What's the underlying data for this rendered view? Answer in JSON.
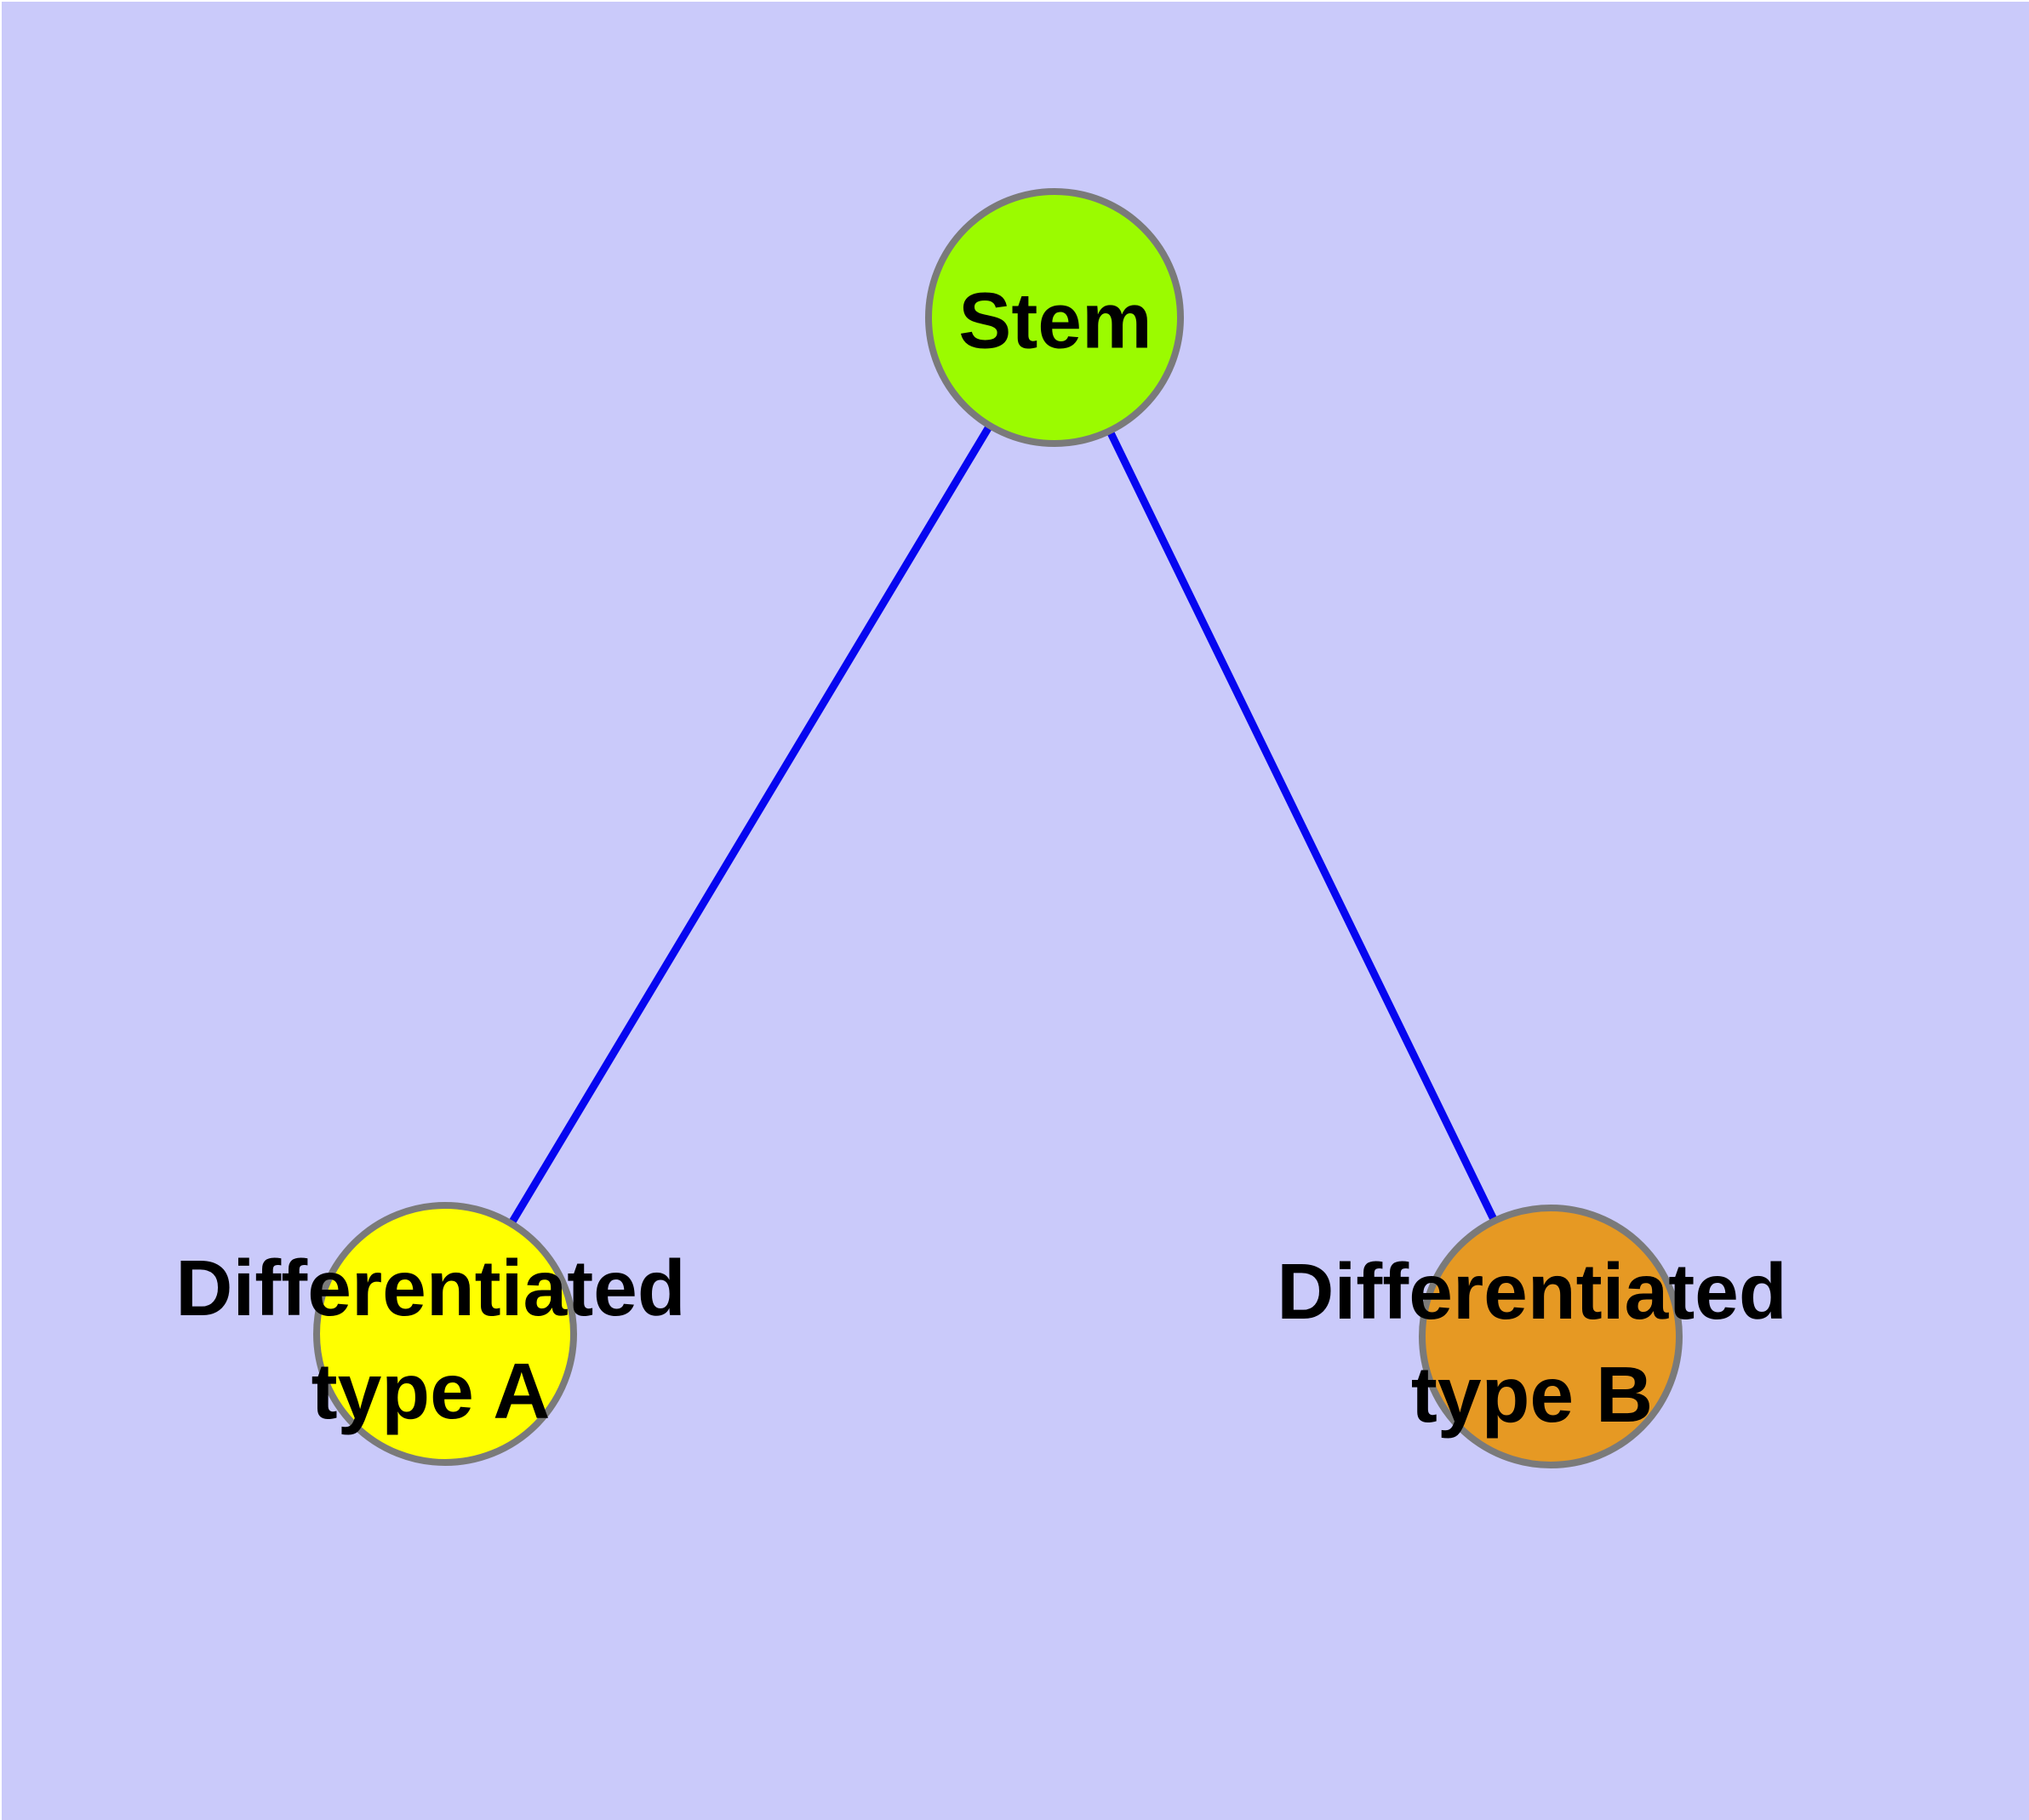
{
  "diagram": {
    "background_color": "#CACAFA",
    "margin_color": "#FFFFFF",
    "label_text_color": "#000000",
    "nodes": [
      {
        "id": "stem",
        "label": "Stem",
        "fill_color": "#9BFB00",
        "border_color": "#7A7A7A"
      },
      {
        "id": "differentiated-type-a",
        "label": "Differentiated\ntype A",
        "fill_color": "#FFFF00",
        "border_color": "#7A7A7A"
      },
      {
        "id": "differentiated-type-b",
        "label": "Differentiated\ntype B",
        "fill_color": "#E69923",
        "border_color": "#7A7A7A"
      }
    ],
    "edges": [
      {
        "from": "stem",
        "to": "differentiated-type-a",
        "color": "#0606F0"
      },
      {
        "from": "stem",
        "to": "differentiated-type-b",
        "color": "#0606F0"
      }
    ]
  }
}
